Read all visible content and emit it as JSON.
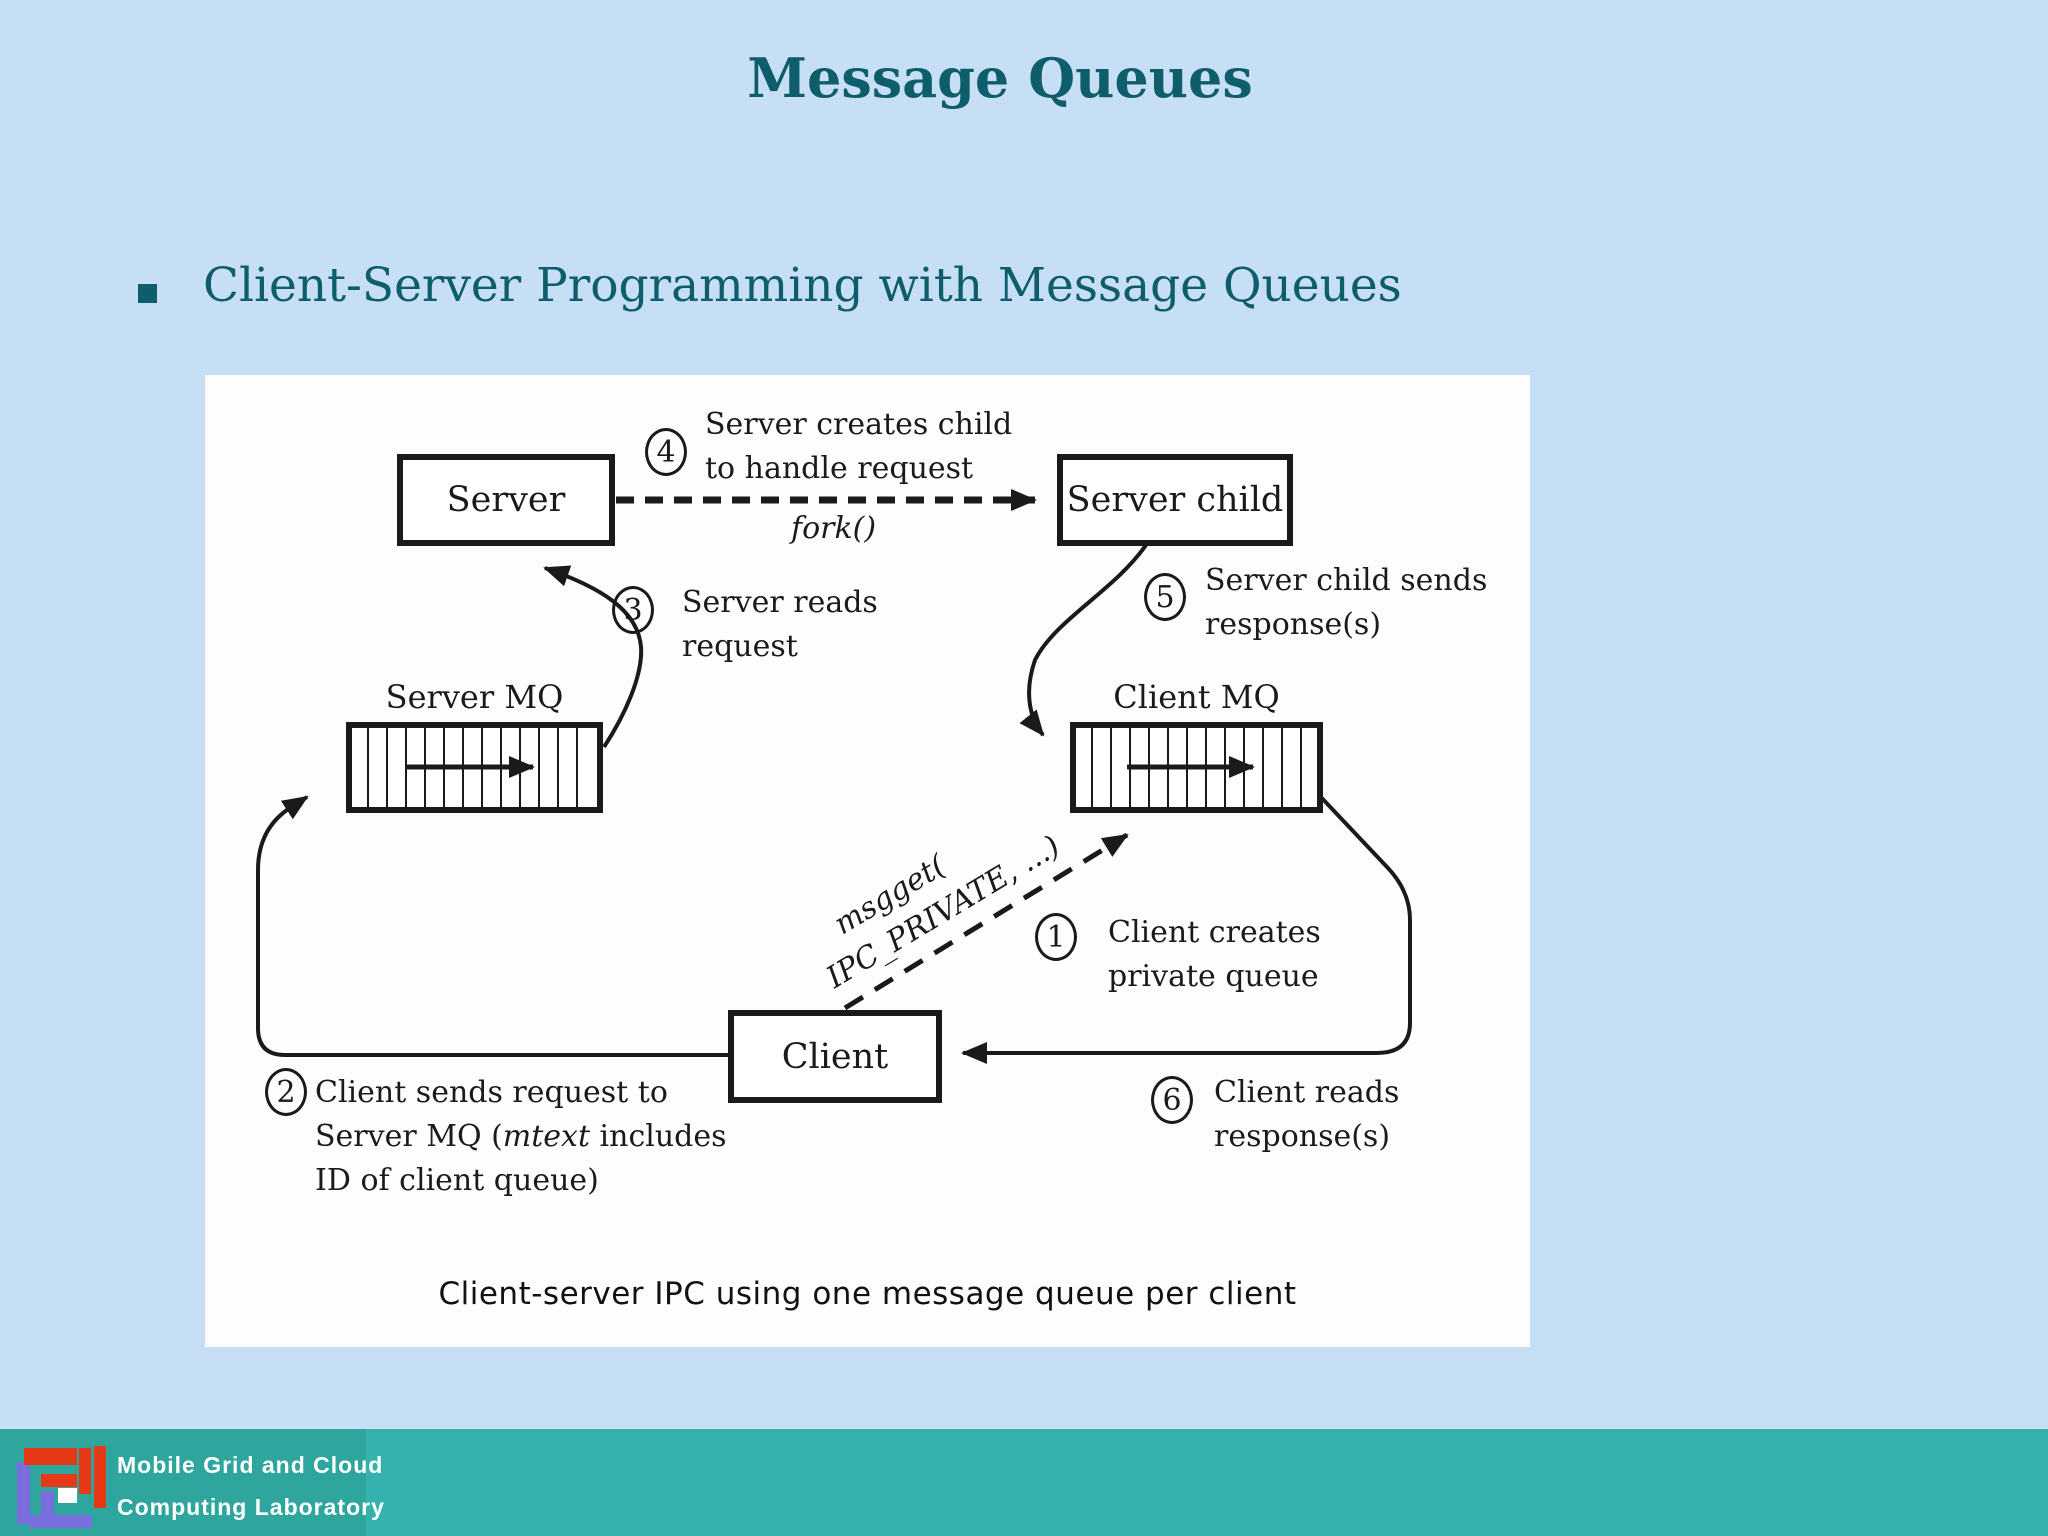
{
  "slide": {
    "title": "Message Queues",
    "bullet": "Client-Server Programming with Message Queues"
  },
  "diagram": {
    "nodes": {
      "server": "Server",
      "server_child": "Server child",
      "client": "Client",
      "server_mq": "Server MQ",
      "client_mq": "Client MQ"
    },
    "fork_label": "fork()",
    "msgget": {
      "line1": "msgget(",
      "line2": "IPC_PRIVATE, ...)"
    },
    "steps": {
      "s1": {
        "num": "1",
        "line1": "Client creates",
        "line2": "private queue"
      },
      "s2": {
        "num": "2",
        "line1": "Client sends request to",
        "line2_pre": "Server MQ (",
        "line2_em": "mtext",
        "line2_post": " includes",
        "line3": "ID of client queue)"
      },
      "s3": {
        "num": "3",
        "line1": "Server reads",
        "line2": "request"
      },
      "s4": {
        "num": "4",
        "line1": "Server creates child",
        "line2": "to handle request"
      },
      "s5": {
        "num": "5",
        "line1": "Server child sends",
        "line2": "response(s)"
      },
      "s6": {
        "num": "6",
        "line1": "Client reads",
        "line2": "response(s)"
      }
    },
    "caption": "Client-server IPC using one message queue per client"
  },
  "footer": {
    "lab_line1": "Mobile Grid and Cloud",
    "lab_line2": "Computing Laboratory"
  },
  "colors": {
    "background": "#c7dff4",
    "accent_teal_text": "#0e5d6b",
    "footer_bar": "#35b2ad",
    "footer_logo_block": "#2ea69e",
    "logo_red": "#e63a17",
    "logo_purple": "#7b6fe0",
    "diagram_ink": "#1a1a1a",
    "panel_bg": "#fdfdfd"
  }
}
